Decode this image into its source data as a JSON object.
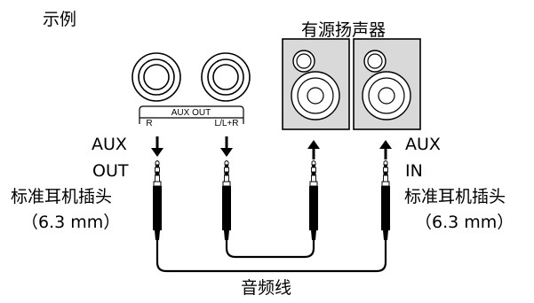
{
  "title": "示例",
  "speaker_label": "有源扬声器",
  "jack_panel": {
    "group_label": "AUX OUT",
    "left_jack": "R",
    "right_jack": "L/L+R"
  },
  "left_labels": {
    "line1": "AUX",
    "line2": "OUT",
    "line3": "标准耳机插头",
    "line4": "（6.3 mm）"
  },
  "right_labels": {
    "line1": "AUX",
    "line2": "IN",
    "line3": "标准耳机插头",
    "line4": "（6.3 mm）"
  },
  "cable_label": "音频线",
  "colors": {
    "speaker_fill": "#d9d9d9",
    "line": "#000000"
  }
}
